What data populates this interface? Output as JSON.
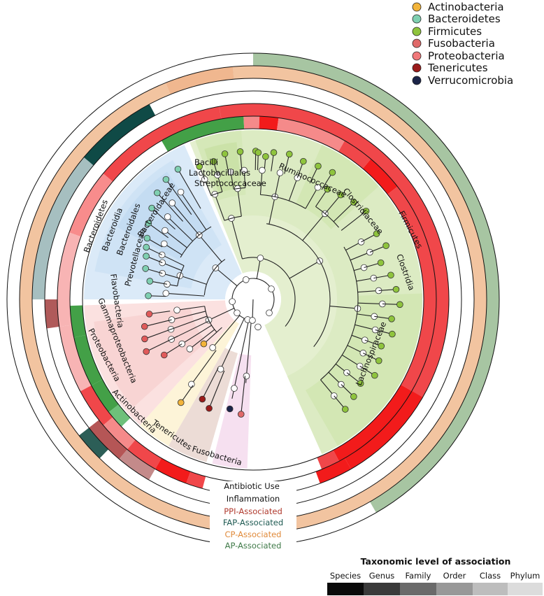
{
  "legend": {
    "items": [
      {
        "label": "Actinobacteria",
        "color": "#f2b43a"
      },
      {
        "label": "Bacteroidetes",
        "color": "#7fcfb1"
      },
      {
        "label": "Firmicutes",
        "color": "#8fc43d"
      },
      {
        "label": "Fusobacteria",
        "color": "#e06a6a"
      },
      {
        "label": "Proteobacteria",
        "color": "#f0787a"
      },
      {
        "label": "Tenericutes",
        "color": "#9a1b1b"
      },
      {
        "label": "Verrucomicrobia",
        "color": "#1b2448"
      }
    ]
  },
  "rings": [
    {
      "label": "Antibiotic Use",
      "color": "#111111"
    },
    {
      "label": "Inflammation",
      "color": "#111111"
    },
    {
      "label": "PPI-Associated",
      "color": "#b03a2e"
    },
    {
      "label": "FAP-Associated",
      "color": "#1e5a52"
    },
    {
      "label": "CP-Associated",
      "color": "#e08a3a"
    },
    {
      "label": "AP-Associated",
      "color": "#3f7a48"
    }
  ],
  "clades": [
    {
      "label": "Firmicutes"
    },
    {
      "label": "Clostridia"
    },
    {
      "label": "Bacilli"
    },
    {
      "label": "Lactobacilliales"
    },
    {
      "label": "Streptococcaceae"
    },
    {
      "label": "Ruminococcaceae"
    },
    {
      "label": "Clostridiaceae"
    },
    {
      "label": "Lachnospiraceae"
    },
    {
      "label": "Bacteroidetes"
    },
    {
      "label": "Bacteroidia"
    },
    {
      "label": "Bacteroidales"
    },
    {
      "label": "Bacteroidaceae"
    },
    {
      "label": "Prevotellaceae"
    },
    {
      "label": "Flavobacteria"
    },
    {
      "label": "Gammaproteobacteria"
    },
    {
      "label": "Proteobacteria"
    },
    {
      "label": "Actinobacteria"
    },
    {
      "label": "Tenericutes"
    },
    {
      "label": "Fusobacteria"
    }
  ],
  "scale": {
    "title": "Taxonomic level of association",
    "levels": [
      {
        "label": "Species",
        "color": "#0a0a0a"
      },
      {
        "label": "Genus",
        "color": "#3a3a3a"
      },
      {
        "label": "Family",
        "color": "#6a6a6a"
      },
      {
        "label": "Order",
        "color": "#989898"
      },
      {
        "label": "Class",
        "color": "#bdbdbd"
      },
      {
        "label": "Phylum",
        "color": "#dcdcdc"
      }
    ]
  }
}
